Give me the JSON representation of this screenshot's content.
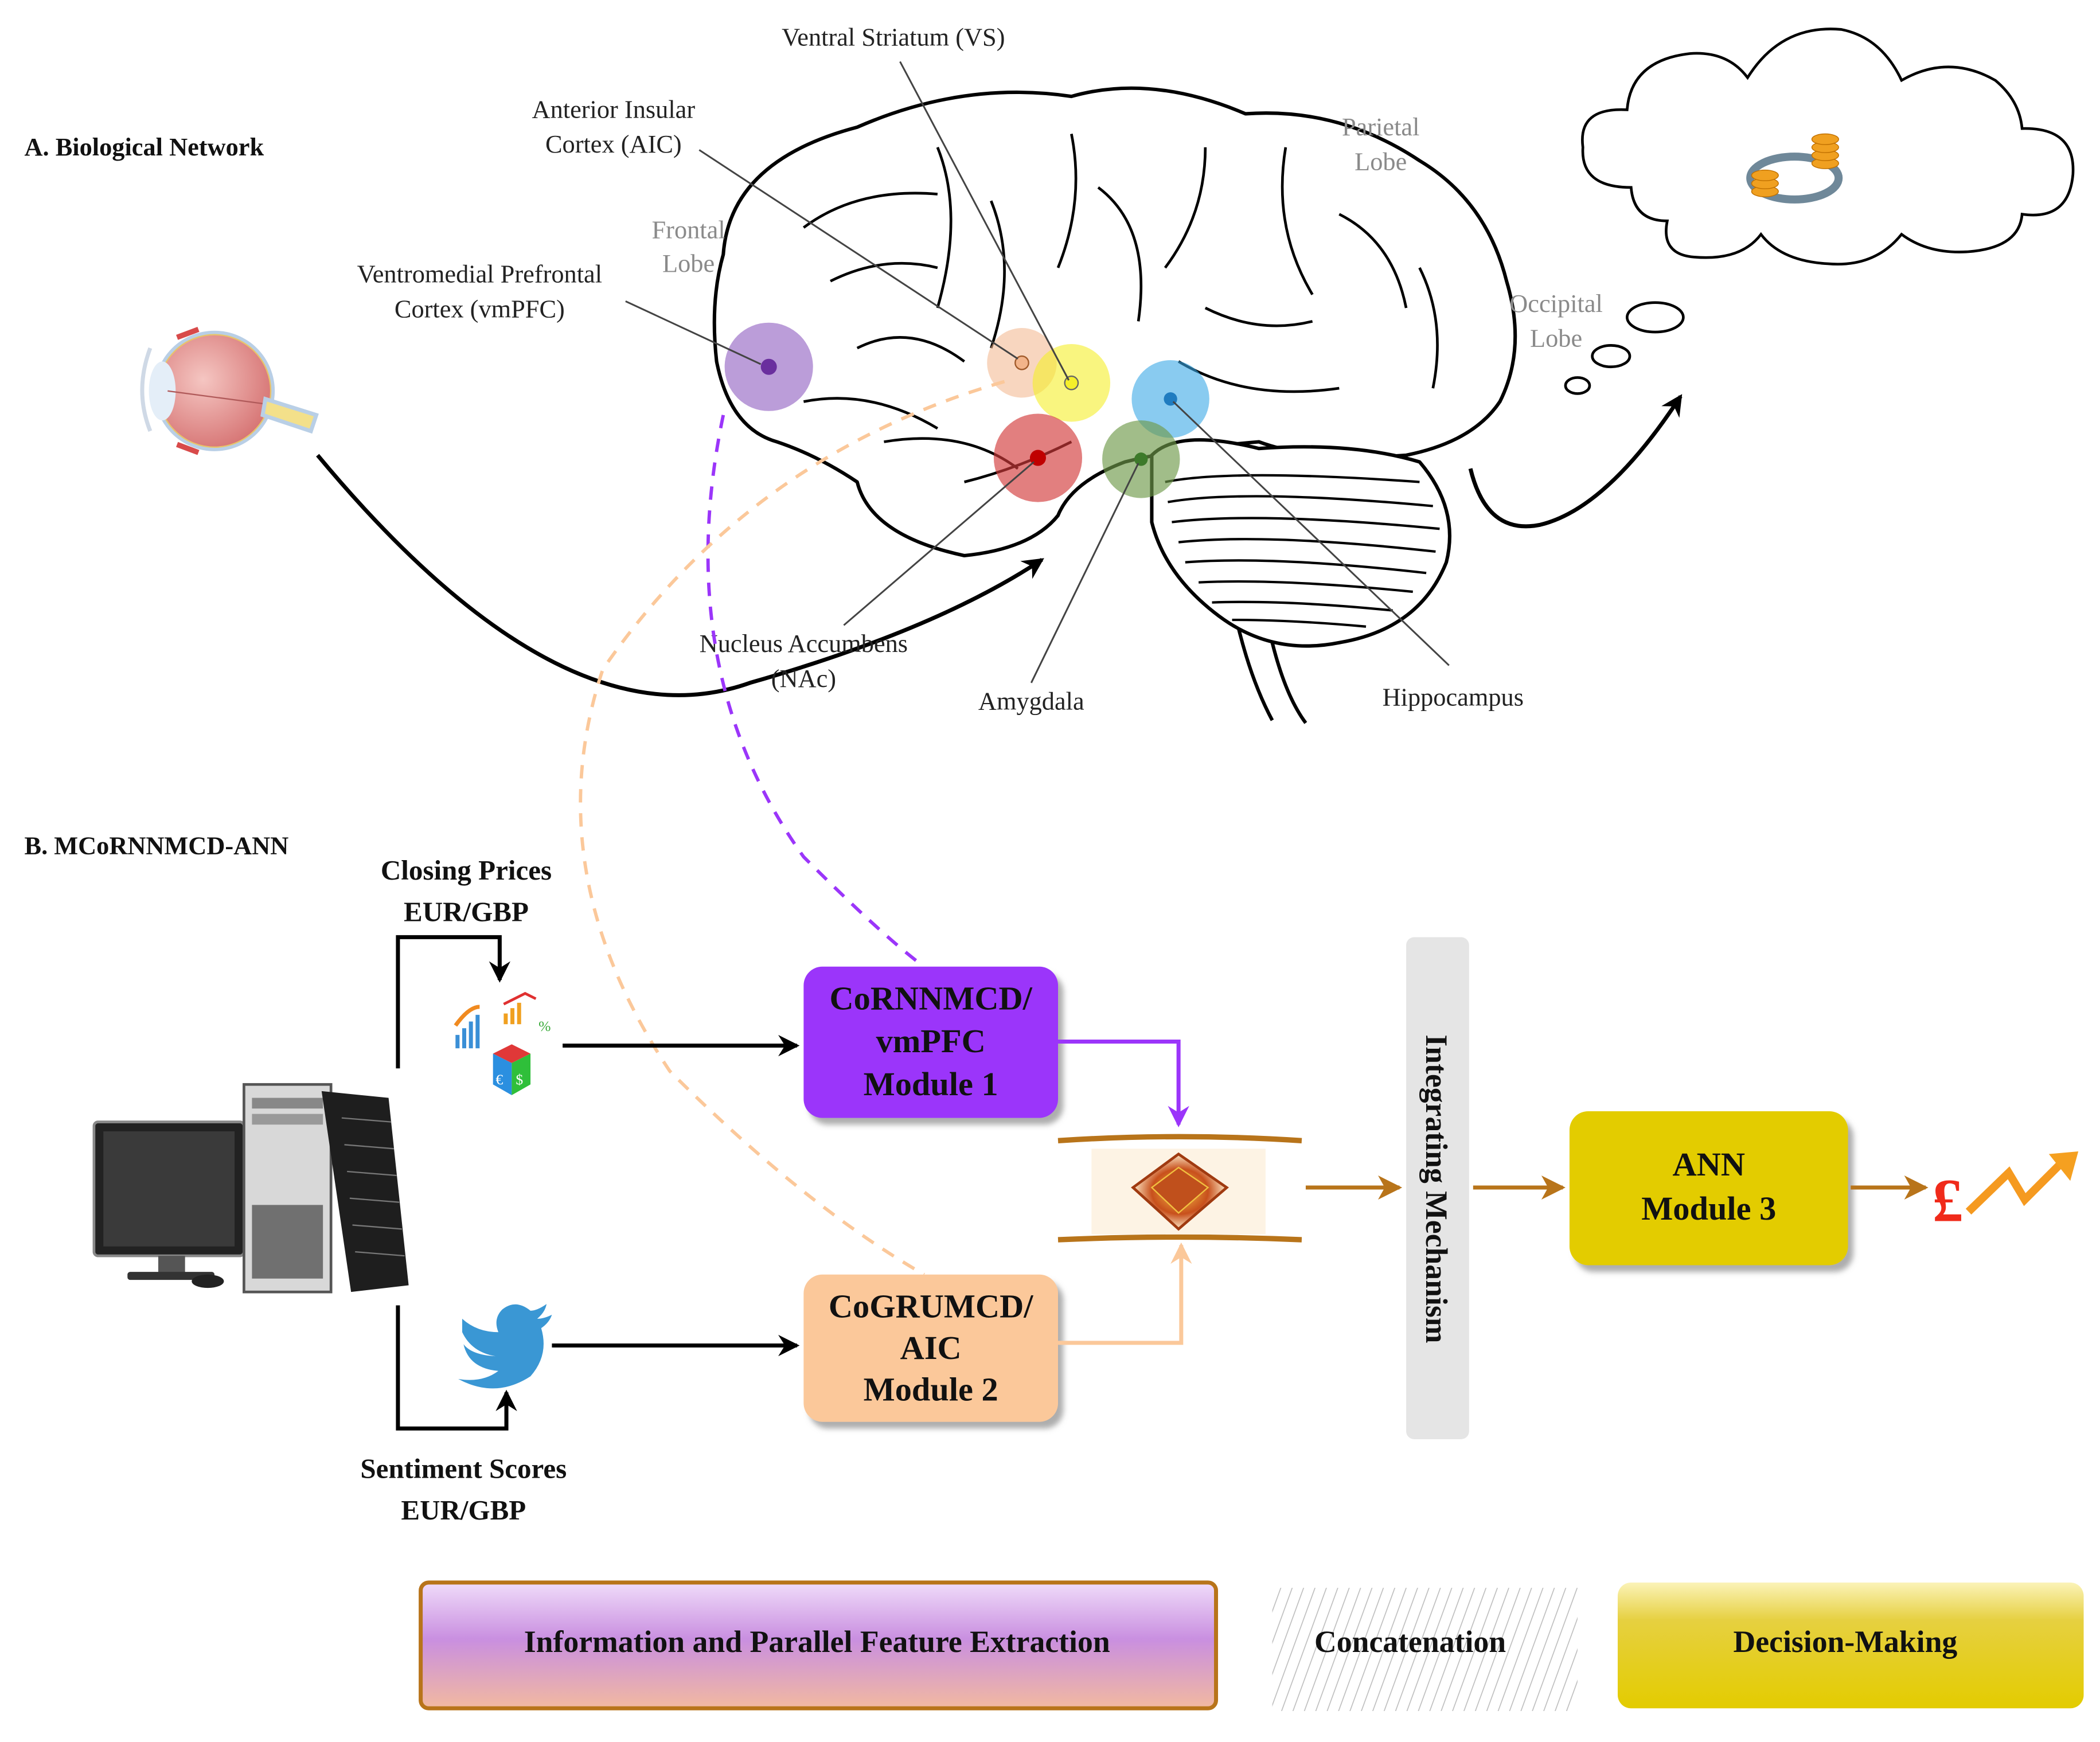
{
  "section_a": {
    "title": "A.  Biological Network",
    "labels": {
      "ventral_striatum": "Ventral Striatum (VS)",
      "anterior_insular_line1": "Anterior Insular",
      "anterior_insular_line2": "Cortex (AIC)",
      "frontal_lobe_line1": "Frontal",
      "frontal_lobe_line2": "Lobe",
      "vmpfc_line1": "Ventromedial Prefrontal",
      "vmpfc_line2": "Cortex (vmPFC)",
      "parietal_lobe_line1": "Parietal",
      "parietal_lobe_line2": "Lobe",
      "occipital_lobe_line1": "Occipital",
      "occipital_lobe_line2": "Lobe",
      "nucleus_accumbens_line1": "Nucleus Accumbens",
      "nucleus_accumbens_line2": "(NAc)",
      "amygdala": "Amygdala",
      "hippocampus": "Hippocampus"
    },
    "region_colors": {
      "vmpfc": "#8e5bbf",
      "aic": "#f2b48a",
      "vs": "#f5ef2a",
      "nac": "#d23a3a",
      "amygdala": "#6f9a4a",
      "hippocampus": "#3aa9e6"
    }
  },
  "section_b": {
    "title": "B.  MCoRNNMCD-ANN",
    "closing_prices_line1": "Closing Prices",
    "closing_prices_line2": "EUR/GBP",
    "sentiment_line1": "Sentiment Scores",
    "sentiment_line2": "EUR/GBP",
    "module1": {
      "line1": "CoRNNMCD/",
      "line2": "vmPFC",
      "line3": "Module 1",
      "color": "#9b35fa"
    },
    "module2": {
      "line1": "CoGRUMCD/",
      "line2": "AIC",
      "line3": "Module 2",
      "color": "#fbc89a"
    },
    "integrating": {
      "label": "Integrating Mechanism",
      "color": "#e5e5e5"
    },
    "module3": {
      "line1": "ANN",
      "line2": "Module 3",
      "color": "#e3cc00"
    },
    "flow_color": "#b8741a"
  },
  "legend": [
    {
      "label": "Information and Parallel Feature Extraction"
    },
    {
      "label": "Concatenation"
    },
    {
      "label": "Decision-Making"
    }
  ]
}
